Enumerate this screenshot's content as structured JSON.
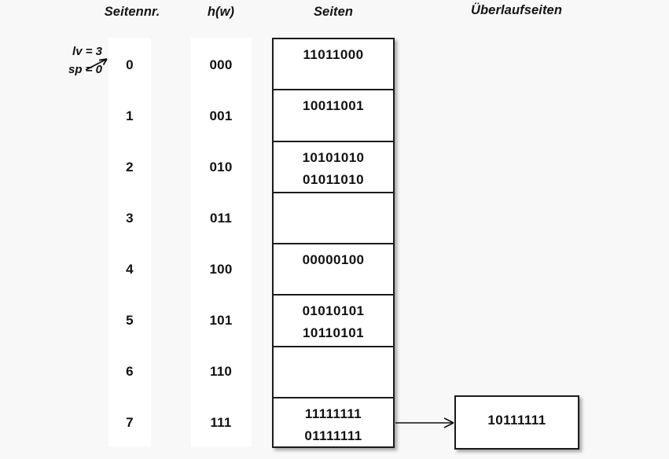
{
  "headers": {
    "page_number": "Seitennr.",
    "hash": "h(w)",
    "pages": "Seiten",
    "overflow_pages": "Überlaufseiten"
  },
  "annotation": {
    "line1": "lv = 3",
    "line2": "sp = 0",
    "arrow_icon": "arrow-right-icon",
    "points_to_row": 0
  },
  "colors": {
    "background": "#f8f8f8",
    "cell_background": "#ffffff",
    "border": "#1b1b1b",
    "text": "#111111"
  },
  "rows": [
    {
      "index": "0",
      "hash": "000",
      "entries": [
        "11011000"
      ]
    },
    {
      "index": "1",
      "hash": "001",
      "entries": [
        "10011001"
      ]
    },
    {
      "index": "2",
      "hash": "010",
      "entries": [
        "10101010",
        "01011010"
      ]
    },
    {
      "index": "3",
      "hash": "011",
      "entries": []
    },
    {
      "index": "4",
      "hash": "100",
      "entries": [
        "00000100"
      ]
    },
    {
      "index": "5",
      "hash": "101",
      "entries": [
        "01010101",
        "10110101"
      ]
    },
    {
      "index": "6",
      "hash": "110",
      "entries": []
    },
    {
      "index": "7",
      "hash": "111",
      "entries": [
        "11111111",
        "01111111"
      ]
    }
  ],
  "overflow": {
    "from_row": 7,
    "arrow_icon": "arrow-right-icon",
    "entries": [
      "10111111"
    ]
  }
}
